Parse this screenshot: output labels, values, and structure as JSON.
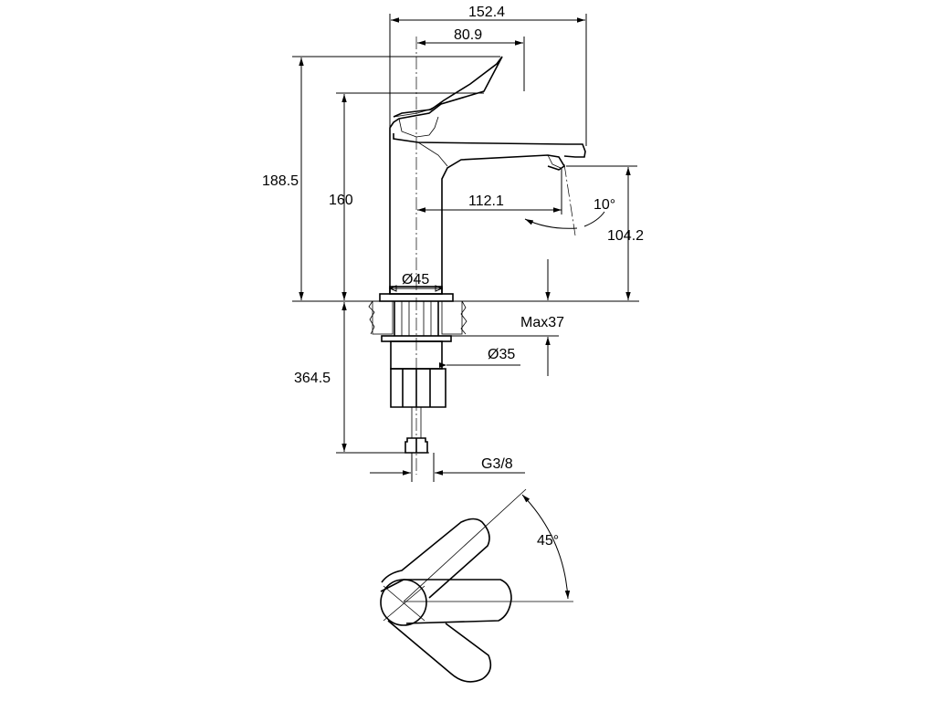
{
  "dimensions": {
    "overall_width": "152.4",
    "handle_offset": "80.9",
    "overall_height": "188.5",
    "body_height": "160",
    "spout_reach": "112.1",
    "spout_angle": "10°",
    "spout_height": "104.2",
    "base_diameter": "Ø45",
    "max_deck_thickness": "Max37",
    "shank_diameter": "Ø35",
    "below_deck_length": "364.5",
    "connection_thread": "G3/8",
    "handle_rotation": "45°"
  }
}
